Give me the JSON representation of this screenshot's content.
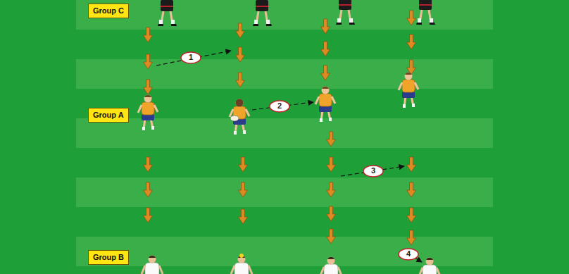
{
  "diagram": {
    "nodes": [
      {
        "text": [
          "Group C"
        ]
      },
      {
        "text": [
          "1"
        ]
      },
      {
        "text": [
          "Group A"
        ]
      },
      {
        "text": [
          "2"
        ]
      },
      {
        "text": [
          "3"
        ]
      },
      {
        "text": [
          "Group B"
        ]
      },
      {
        "text": [
          "4"
        ]
      }
    ]
  }
}
